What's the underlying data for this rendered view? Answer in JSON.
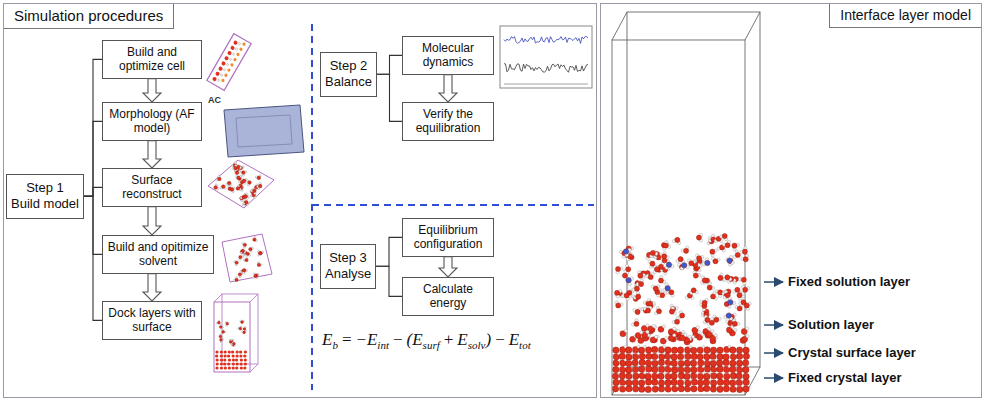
{
  "diagram": {
    "nodes": [
      {
        "text": [
          "Simulation procedures"
        ]
      },
      {
        "text": [
          "Step 1 Build model"
        ],
        "in": 0
      },
      {
        "text": [
          "Build and optimize cell"
        ],
        "in": 0
      },
      {
        "text": [
          "Morphology (AF model)"
        ],
        "in": 0
      },
      {
        "text": [
          "Surface reconstruct"
        ],
        "in": 0
      },
      {
        "text": [
          "Build and opitimize solvent"
        ],
        "in": 0
      },
      {
        "text": [
          "Dock layers with surface"
        ],
        "in": 0
      },
      {
        "text": [
          "Step 2 Balance"
        ],
        "in": 0
      },
      {
        "text": [
          "Molecular dynamics"
        ],
        "in": 0
      },
      {
        "text": [
          "Verify the equilibration"
        ],
        "in": 0
      },
      {
        "text": [
          "Step 3 Analyse"
        ],
        "in": 0
      },
      {
        "text": [
          "Equilibrium configuration"
        ],
        "in": 0
      },
      {
        "text": [
          "Calculate energy"
        ],
        "in": 0
      },
      {
        "text": [
          "Interface layer model"
        ]
      }
    ],
    "edges": [
      {
        "from": 1,
        "to": 2,
        "arrow": "none"
      },
      {
        "from": 1,
        "to": 3,
        "arrow": "none"
      },
      {
        "from": 1,
        "to": 4,
        "arrow": "none"
      },
      {
        "from": 1,
        "to": 5,
        "arrow": "none"
      },
      {
        "from": 1,
        "to": 6,
        "arrow": "none"
      },
      {
        "from": 2,
        "to": 3,
        "arrow": "to"
      },
      {
        "from": 3,
        "to": 4,
        "arrow": "to"
      },
      {
        "from": 4,
        "to": 5,
        "arrow": "to"
      },
      {
        "from": 5,
        "to": 6,
        "arrow": "to"
      },
      {
        "from": 7,
        "to": 8,
        "arrow": "none"
      },
      {
        "from": 7,
        "to": 9,
        "arrow": "none"
      },
      {
        "from": 8,
        "to": 9,
        "arrow": "to"
      },
      {
        "from": 10,
        "to": 11,
        "arrow": "none"
      },
      {
        "from": 10,
        "to": 12,
        "arrow": "none"
      },
      {
        "from": 11,
        "to": 12,
        "arrow": "to"
      }
    ],
    "labels": [
      "AC",
      "E",
      "b",
      "=",
      "−E",
      "int",
      "−",
      "(E",
      "surf",
      "+",
      "E",
      "solv",
      ")",
      "−",
      "E",
      "tot",
      "Fixed solution layer",
      "Solution layer",
      "Crystal surface layer",
      "Fixed crystal layer"
    ]
  }
}
